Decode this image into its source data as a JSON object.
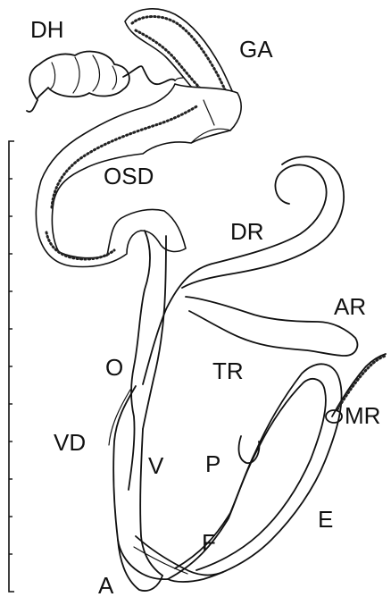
{
  "figure": {
    "labels": {
      "dh": "DH",
      "ga": "GA",
      "osd": "OSD",
      "dr": "DR",
      "ar": "AR",
      "o": "O",
      "tr": "TR",
      "mr": "MR",
      "vd": "VD",
      "v": "V",
      "p": "P",
      "e": "E",
      "f": "F",
      "a": "A"
    },
    "scale_bar": {
      "ticks": 12
    }
  }
}
